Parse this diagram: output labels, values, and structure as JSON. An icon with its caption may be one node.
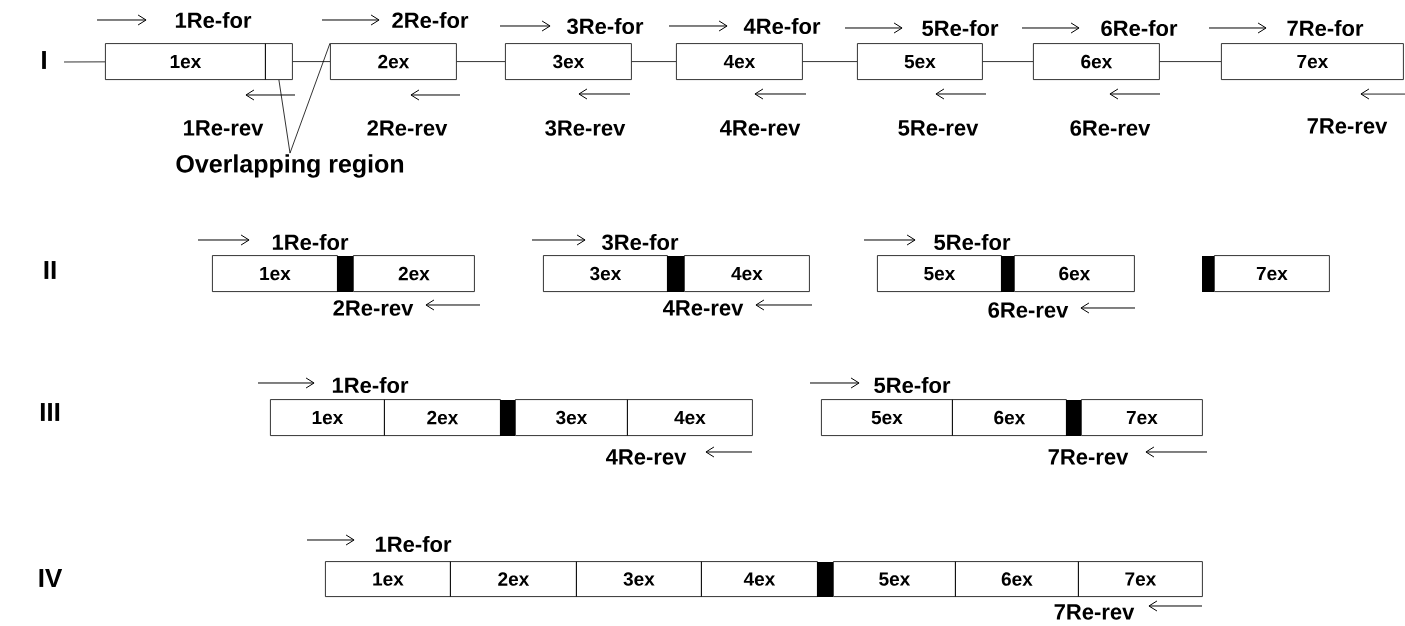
{
  "diagram": {
    "nodes": [
      {
        "text": [
          "1ex"
        ]
      },
      {
        "text": [],
        "shape": "box"
      },
      {
        "text": [
          "2ex"
        ]
      },
      {
        "text": [
          "3ex"
        ]
      },
      {
        "text": [
          "4ex"
        ]
      },
      {
        "text": [
          "5ex"
        ]
      },
      {
        "text": [
          "6ex"
        ]
      },
      {
        "text": [
          "7ex"
        ]
      },
      {
        "text": [
          "Overlapping region"
        ]
      },
      {
        "text": [
          "1ex"
        ]
      },
      {
        "text": [
          "2ex"
        ]
      },
      {
        "text": [
          "3ex"
        ]
      },
      {
        "text": [
          "4ex"
        ]
      },
      {
        "text": [
          "5ex"
        ]
      },
      {
        "text": [
          "6ex"
        ]
      },
      {
        "text": [
          "7ex"
        ]
      },
      {
        "text": [
          "1ex"
        ]
      },
      {
        "text": [
          "2ex"
        ]
      },
      {
        "text": [
          "3ex"
        ]
      },
      {
        "text": [
          "4ex"
        ]
      },
      {
        "text": [
          "5ex"
        ]
      },
      {
        "text": [
          "6ex"
        ]
      },
      {
        "text": [
          "7ex"
        ]
      },
      {
        "text": [
          "1ex"
        ]
      },
      {
        "text": [
          "2ex"
        ]
      },
      {
        "text": [
          "3ex"
        ]
      },
      {
        "text": [
          "4ex"
        ]
      },
      {
        "text": [
          "5ex"
        ]
      },
      {
        "text": [
          "6ex"
        ]
      },
      {
        "text": [
          "7ex"
        ]
      }
    ],
    "edges": [
      {
        "from": null,
        "to": 0,
        "arrow": "none"
      },
      {
        "from": 1,
        "to": 2,
        "arrow": "none"
      },
      {
        "from": 2,
        "to": 3,
        "arrow": "none"
      },
      {
        "from": 3,
        "to": 4,
        "arrow": "none"
      },
      {
        "from": 4,
        "to": 5,
        "arrow": "none"
      },
      {
        "from": 5,
        "to": 6,
        "arrow": "none"
      },
      {
        "from": 6,
        "to": 7,
        "arrow": "none"
      },
      {
        "from": 8,
        "to": 1,
        "arrow": "none"
      },
      {
        "from": 8,
        "to": 2,
        "arrow": "none"
      }
    ],
    "labels": [
      "I",
      "1Re-for",
      "2Re-for",
      "3Re-for",
      "4Re-for",
      "5Re-for",
      "6Re-for",
      "7Re-for",
      "1Re-rev",
      "2Re-rev",
      "3Re-rev",
      "4Re-rev",
      "5Re-rev",
      "6Re-rev",
      "7Re-rev",
      "II",
      "1Re-for",
      "3Re-for",
      "5Re-for",
      "2Re-rev",
      "4Re-rev",
      "6Re-rev",
      "III",
      "1Re-for",
      "5Re-for",
      "4Re-rev",
      "7Re-rev",
      "IV",
      "1Re-for",
      "7Re-rev"
    ]
  }
}
